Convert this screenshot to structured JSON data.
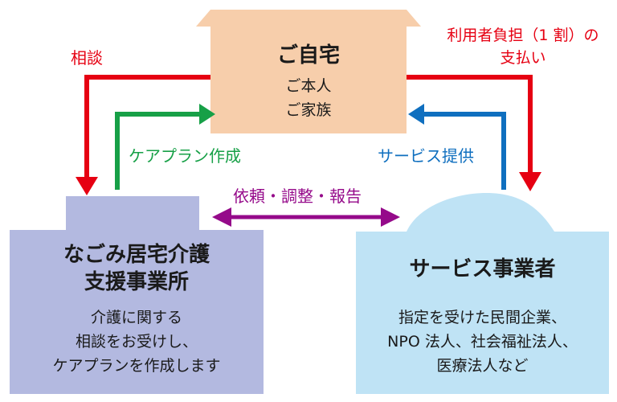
{
  "home": {
    "title": "ご自宅",
    "lines": [
      "ご本人",
      "ご家族"
    ]
  },
  "care_office": {
    "title_lines": [
      "なごみ居宅介護",
      "支援事業所"
    ],
    "desc_lines": [
      "介護に関する",
      "相談をお受けし、",
      "ケアプランを作成します"
    ]
  },
  "service_provider": {
    "title": "サービス事業者",
    "desc_lines": [
      "指定を受けた民間企業、",
      "NPO 法人、社会福祉法人、",
      "医療法人など"
    ]
  },
  "arrows": {
    "consult": "相談",
    "care_plan": "ケアプラン作成",
    "request": "依頼・調整・報告",
    "service": "サービス提供",
    "payment_lines": [
      "利用者負担（1 割）の",
      "支払い"
    ]
  },
  "colors": {
    "home_fill": "#f7ceab",
    "office_fill": "#b3b9e0",
    "provider_fill": "#bfe3f5",
    "red": "#e60012",
    "green": "#17a047",
    "blue": "#0f6fbf",
    "purple": "#950a8a"
  }
}
